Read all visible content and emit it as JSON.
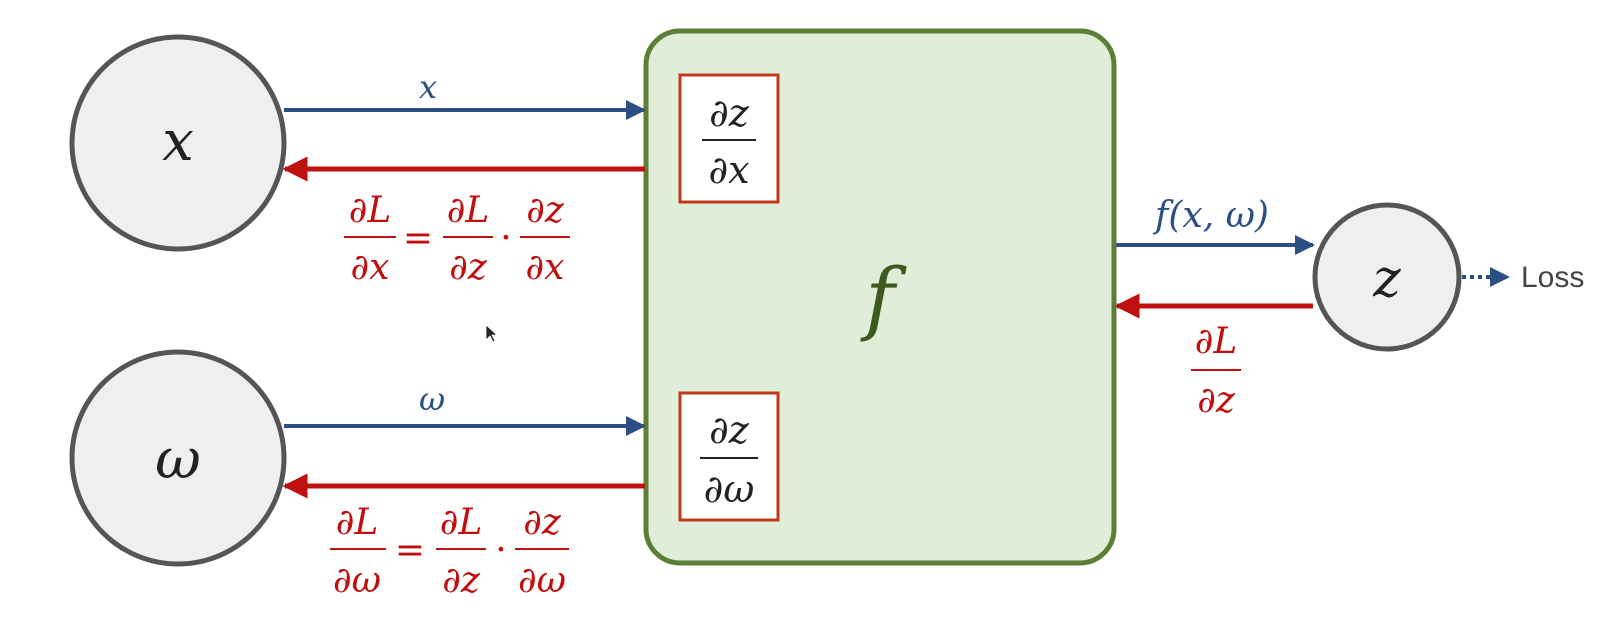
{
  "colors": {
    "forward": "#2b4f82",
    "backward": "#c00f0f",
    "node_fill": "#efefef",
    "node_stroke": "#555555",
    "block_fill": "#e0eed9",
    "block_stroke": "#5b7f36",
    "box_stroke": "#c0391b",
    "f_label": "#3d5a1e",
    "ink": "#222222"
  },
  "nodes": {
    "x": "x",
    "w": "ω",
    "z": "z"
  },
  "block": {
    "label": "f"
  },
  "partials": {
    "dz_dx": {
      "num": "∂z",
      "den": "∂x"
    },
    "dz_dw": {
      "num": "∂z",
      "den": "∂ω"
    }
  },
  "arrows": {
    "x_label": "x",
    "w_label": "ω",
    "output_label": "f(x, ω)"
  },
  "gradients": {
    "dL_dx": {
      "lhs": {
        "num": "∂L",
        "den": "∂x"
      },
      "eq": "=",
      "t1": {
        "num": "∂L",
        "den": "∂z"
      },
      "dot": "·",
      "t2": {
        "num": "∂z",
        "den": "∂x"
      }
    },
    "dL_dw": {
      "lhs": {
        "num": "∂L",
        "den": "∂ω"
      },
      "eq": "=",
      "t1": {
        "num": "∂L",
        "den": "∂z"
      },
      "dot": "·",
      "t2": {
        "num": "∂z",
        "den": "∂ω"
      }
    },
    "dL_dz": {
      "num": "∂L",
      "den": "∂z"
    }
  },
  "loss_label": "Loss"
}
